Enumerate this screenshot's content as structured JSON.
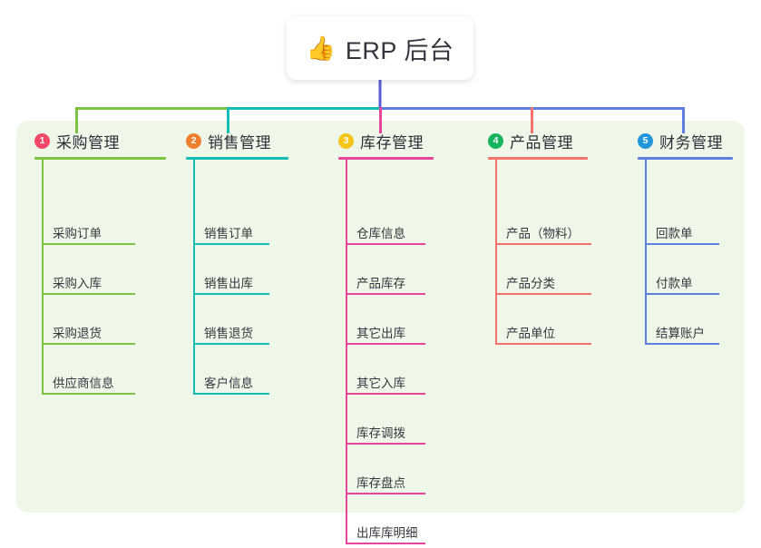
{
  "root": {
    "icon": "thumbs-up-icon",
    "icon_glyph": "👍",
    "label": "ERP 后台"
  },
  "theme": {
    "page_background": "#ffffff",
    "panel_background": "#eff7e9",
    "root_card_background": "#ffffff",
    "text_color": "#33373d",
    "root_stem_color": "#5b5bd6"
  },
  "columns": [
    {
      "number": "1",
      "label": "采购管理",
      "badge_color": "#f2496b",
      "line_color": "#7ec242",
      "items": [
        "采购订单",
        "采购入库",
        "采购退货",
        "供应商信息"
      ]
    },
    {
      "number": "2",
      "label": "销售管理",
      "badge_color": "#f08030",
      "line_color": "#16bdb4",
      "items": [
        "销售订单",
        "销售出库",
        "销售退货",
        "客户信息"
      ]
    },
    {
      "number": "3",
      "label": "库存管理",
      "badge_color": "#f5c518",
      "line_color": "#e8469a",
      "items": [
        "仓库信息",
        "产品库存",
        "其它出库",
        "其它入库",
        "库存调拨",
        "库存盘点",
        "出库库明细"
      ]
    },
    {
      "number": "4",
      "label": "产品管理",
      "badge_color": "#17b35e",
      "line_color": "#f4736e",
      "items": [
        "产品（物料）",
        "产品分类",
        "产品单位"
      ]
    },
    {
      "number": "5",
      "label": "财务管理",
      "badge_color": "#2196d9",
      "line_color": "#5f7fe0",
      "items": [
        "回款单",
        "付款单",
        "结算账户"
      ]
    }
  ]
}
